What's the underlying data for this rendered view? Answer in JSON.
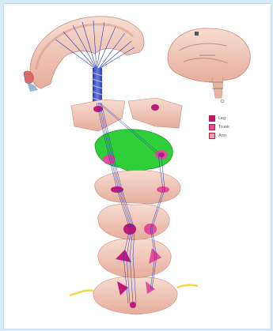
{
  "colors": {
    "background": "#d6ebf6",
    "tissue": "#f2cdbd",
    "tissue_dark": "#d9998a",
    "pathway_blue": "#2a3cb4",
    "highlight_green": "#2fcf3a",
    "nerve_yellow": "#f3d64b"
  },
  "legend": {
    "items": [
      {
        "label": "Leg",
        "color": "#c2187a"
      },
      {
        "label": "Trunk",
        "color": "#e24c9a"
      },
      {
        "label": "Arm",
        "color": "#f29bbd"
      }
    ]
  }
}
